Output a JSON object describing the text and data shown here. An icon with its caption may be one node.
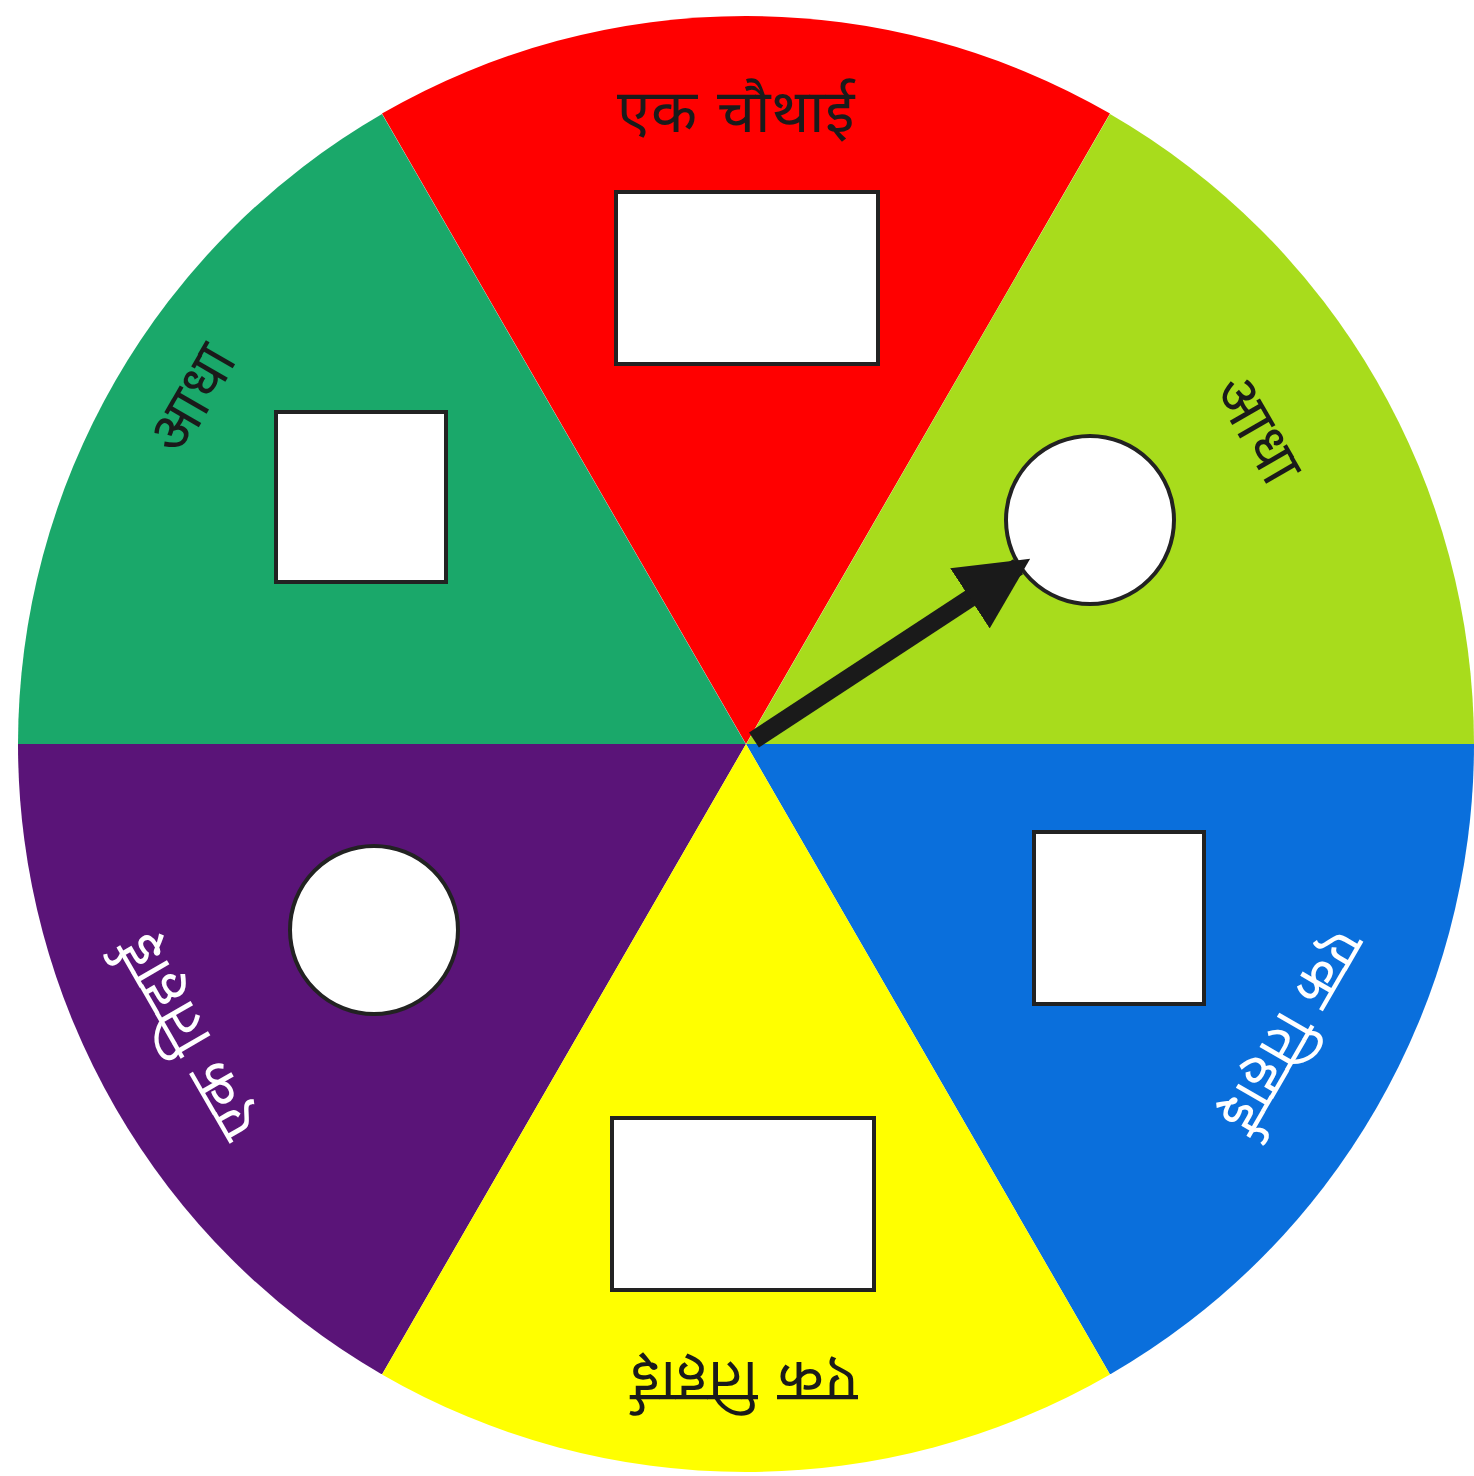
{
  "diagram": {
    "nodes": [
      {
        "text": [
          "एक चौथाई"
        ]
      },
      {
        "text": [],
        "shape": "box",
        "in": 0
      },
      {
        "text": [
          "आधा"
        ]
      },
      {
        "text": [],
        "shape": "box",
        "in": 2
      },
      {
        "text": [
          "आधा"
        ]
      },
      {
        "text": [],
        "shape": "circle",
        "in": 4
      },
      {
        "text": [
          "एक तिहाई"
        ]
      },
      {
        "text": [],
        "shape": "circle",
        "in": 6
      },
      {
        "text": [
          "एक तिहाई"
        ]
      },
      {
        "text": [],
        "shape": "box",
        "in": 8
      },
      {
        "text": [
          "एक तिहाई"
        ]
      },
      {
        "text": [],
        "shape": "box",
        "in": 10
      }
    ],
    "edges": [
      {
        "from": 4,
        "to": 5,
        "arrow": "to"
      }
    ]
  }
}
